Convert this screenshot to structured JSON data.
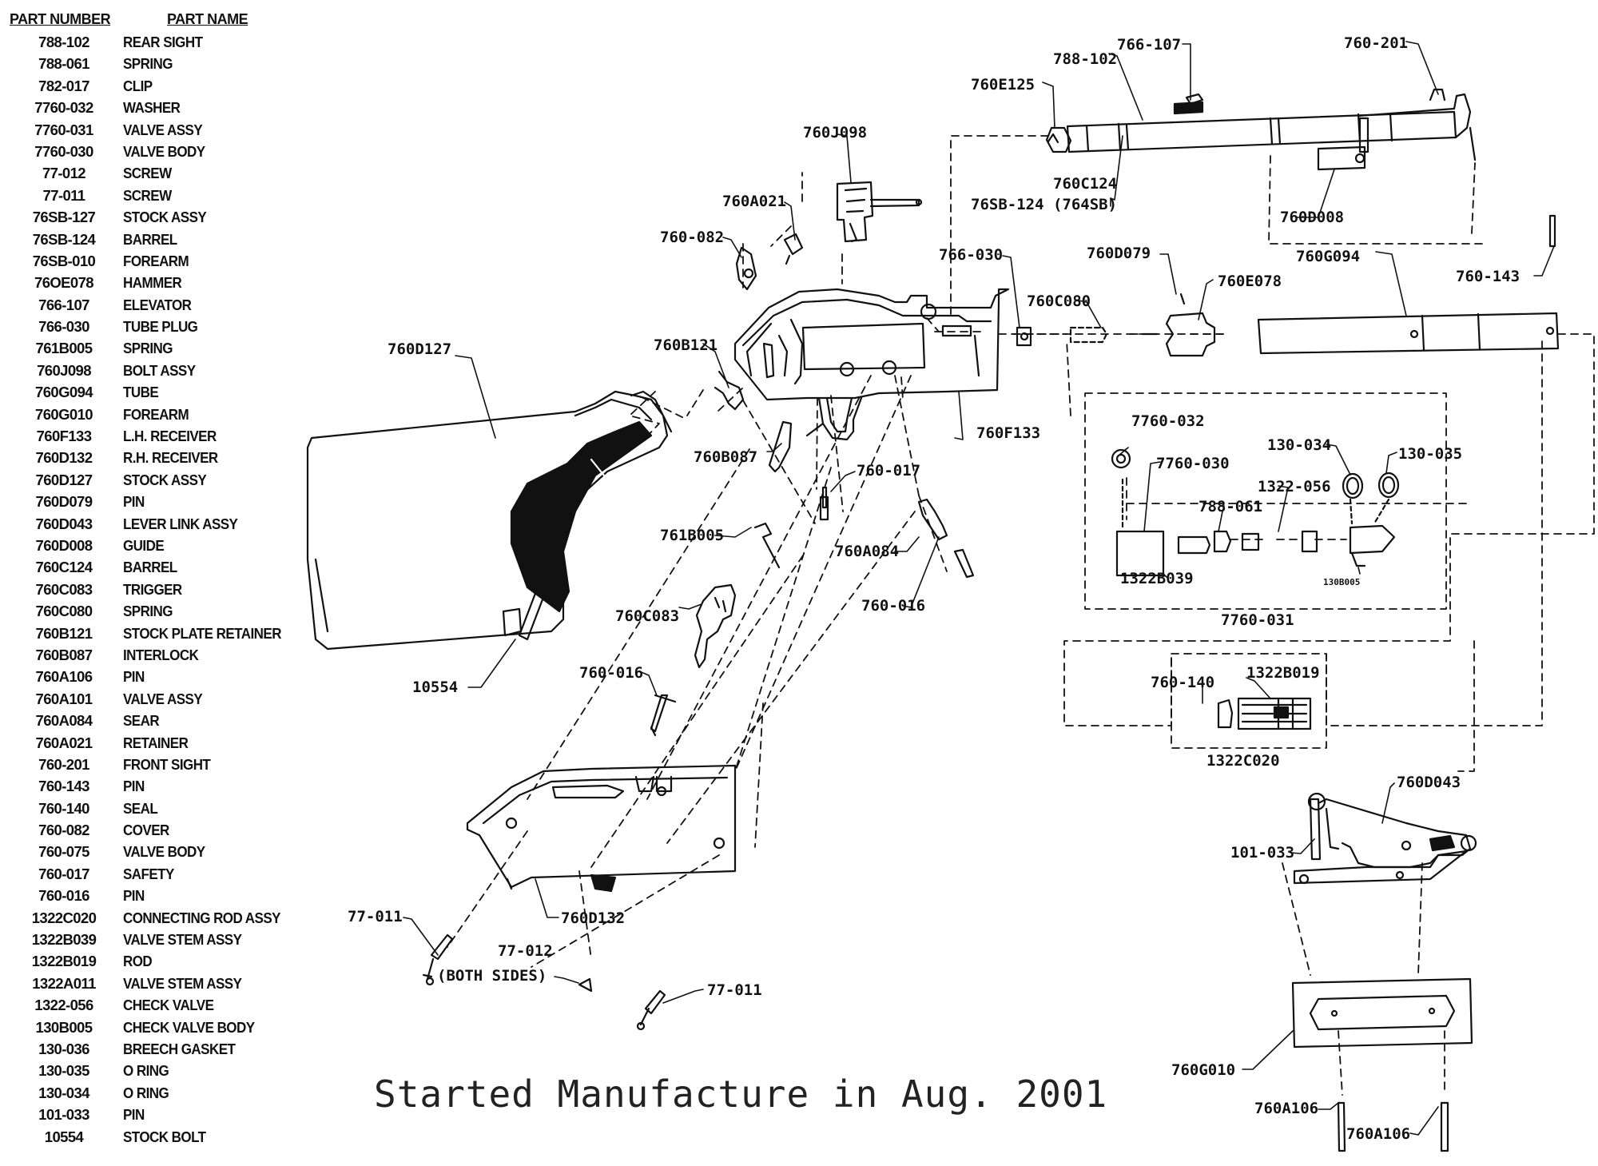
{
  "table": {
    "header_number": "PART NUMBER",
    "header_name": "PART NAME",
    "rows": [
      {
        "number": "788-102",
        "name": "REAR SIGHT"
      },
      {
        "number": "788-061",
        "name": "SPRING"
      },
      {
        "number": "782-017",
        "name": "CLIP"
      },
      {
        "number": "7760-032",
        "name": "WASHER"
      },
      {
        "number": "7760-031",
        "name": "VALVE ASSY"
      },
      {
        "number": "7760-030",
        "name": "VALVE BODY"
      },
      {
        "number": "77-012",
        "name": "SCREW"
      },
      {
        "number": "77-011",
        "name": "SCREW"
      },
      {
        "number": "76SB-127",
        "name": "STOCK ASSY"
      },
      {
        "number": "76SB-124",
        "name": "BARREL"
      },
      {
        "number": "76SB-010",
        "name": "FOREARM"
      },
      {
        "number": "76OE078",
        "name": "HAMMER"
      },
      {
        "number": "766-107",
        "name": "ELEVATOR"
      },
      {
        "number": "766-030",
        "name": "TUBE PLUG"
      },
      {
        "number": "761B005",
        "name": "SPRING"
      },
      {
        "number": "760J098",
        "name": "BOLT ASSY"
      },
      {
        "number": "760G094",
        "name": "TUBE"
      },
      {
        "number": "760G010",
        "name": "FOREARM"
      },
      {
        "number": "760F133",
        "name": "L.H. RECEIVER"
      },
      {
        "number": "760D132",
        "name": "R.H. RECEIVER"
      },
      {
        "number": "760D127",
        "name": "STOCK ASSY"
      },
      {
        "number": "760D079",
        "name": "PIN"
      },
      {
        "number": "760D043",
        "name": "LEVER LINK ASSY"
      },
      {
        "number": "760D008",
        "name": "GUIDE"
      },
      {
        "number": "760C124",
        "name": "BARREL"
      },
      {
        "number": "760C083",
        "name": "TRIGGER"
      },
      {
        "number": "760C080",
        "name": "SPRING"
      },
      {
        "number": "760B121",
        "name": "STOCK PLATE RETAINER"
      },
      {
        "number": "760B087",
        "name": "INTERLOCK"
      },
      {
        "number": "760A106",
        "name": "PIN"
      },
      {
        "number": "760A101",
        "name": "VALVE ASSY"
      },
      {
        "number": "760A084",
        "name": "SEAR"
      },
      {
        "number": "760A021",
        "name": "RETAINER"
      },
      {
        "number": "760-201",
        "name": "FRONT SIGHT"
      },
      {
        "number": "760-143",
        "name": "PIN"
      },
      {
        "number": "760-140",
        "name": "SEAL"
      },
      {
        "number": "760-082",
        "name": "COVER"
      },
      {
        "number": "760-075",
        "name": "VALVE BODY"
      },
      {
        "number": "760-017",
        "name": "SAFETY"
      },
      {
        "number": "760-016",
        "name": "PIN"
      },
      {
        "number": "1322C020",
        "name": "CONNECTING ROD ASSY"
      },
      {
        "number": "1322B039",
        "name": "VALVE STEM ASSY"
      },
      {
        "number": "1322B019",
        "name": "ROD"
      },
      {
        "number": "1322A011",
        "name": "VALVE STEM ASSY"
      },
      {
        "number": "1322-056",
        "name": "CHECK VALVE"
      },
      {
        "number": "130B005",
        "name": "CHECK VALVE BODY"
      },
      {
        "number": "130-036",
        "name": "BREECH GASKET"
      },
      {
        "number": "130-035",
        "name": "O RING"
      },
      {
        "number": "130-034",
        "name": "O RING"
      },
      {
        "number": "101-033",
        "name": "PIN"
      },
      {
        "number": "10554",
        "name": "STOCK BOLT"
      }
    ]
  },
  "callouts": {
    "c788_102": "788-102",
    "c766_107": "766-107",
    "c760_201": "760-201",
    "c760E125": "760E125",
    "c760C124": "760C124",
    "c76SB_124": "76SB-124 (764SB)",
    "c760D008": "760D008",
    "c760J098": "760J098",
    "c760A021": "760A021",
    "c760_082": "760-082",
    "c766_030": "766-030",
    "c760C080": "760C080",
    "c760D079": "760D079",
    "c760E078": "760E078",
    "c760G094": "760G094",
    "c760_143": "760-143",
    "c760D127": "760D127",
    "c760B121": "760B121",
    "c760B087": "760B087",
    "c760_017": "760-017",
    "c760F133": "760F133",
    "c7760_032": "7760-032",
    "c7760_030": "7760-030",
    "c130_034": "130-034",
    "c130_035": "130-035",
    "c1322_056": "1322-056",
    "c788_061": "788-061",
    "c1322B039": "1322B039",
    "c130B005": "130B005",
    "c7760_031": "7760-031",
    "c761B005": "761B005",
    "c760A084": "760A084",
    "c760C083": "760C083",
    "c760_016a": "760-016",
    "c760_016b": "760-016",
    "c10554": "10554",
    "c760_140": "760-140",
    "c1322B019": "1322B019",
    "c1322C020": "1322C020",
    "c760D043": "760D043",
    "c101_033": "101-033",
    "c760D132": "760D132",
    "c77_011a": "77-011",
    "c77_011_sub": "(BOTH SIDES)",
    "c77_012": "77-012",
    "c77_011b": "77-011",
    "c760G010": "760G010",
    "c760A106a": "760A106",
    "c760A106b": "760A106"
  },
  "footer_text": "Started Manufacture in Aug. 2001",
  "colors": {
    "ink": "#111111",
    "paper": "#ffffff",
    "shade": "#1a1a1a"
  }
}
